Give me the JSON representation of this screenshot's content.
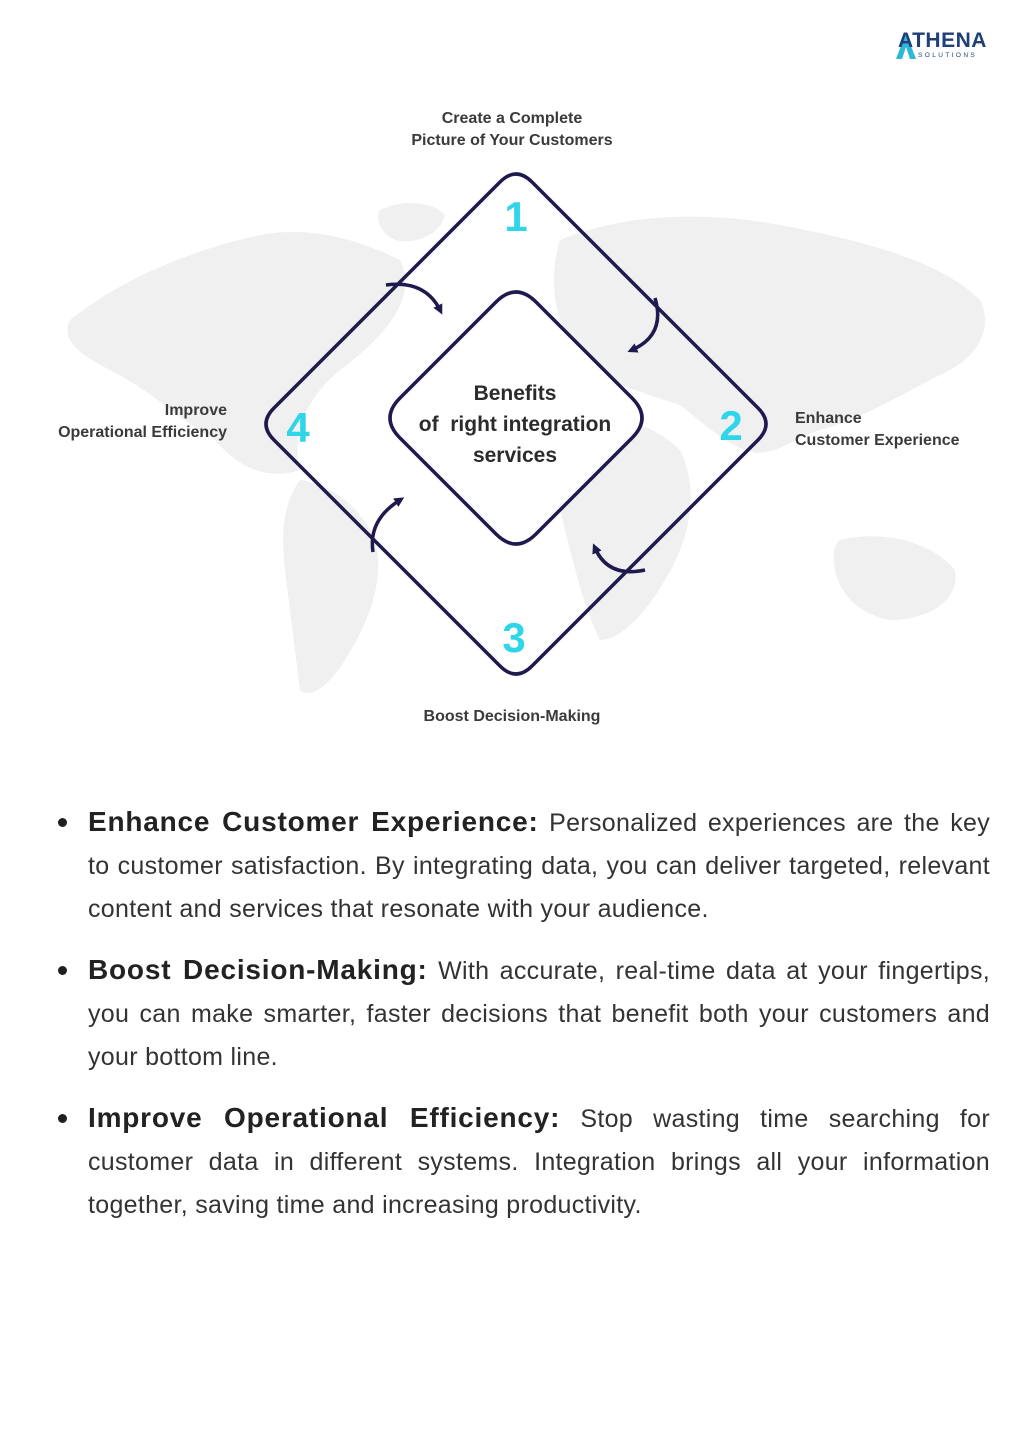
{
  "logo": {
    "name": "ATHENA",
    "tagline": "SOLUTIONS"
  },
  "diagram": {
    "center": {
      "line1": "Benefits",
      "line2": "of  right integration",
      "line3": "services"
    },
    "steps": [
      {
        "number": "1",
        "label_line1": "Create a Complete",
        "label_line2": "Picture of Your Customers"
      },
      {
        "number": "2",
        "label_line1": "Enhance",
        "label_line2": "Customer Experience"
      },
      {
        "number": "3",
        "label_line1": "Boost Decision-Making",
        "label_line2": ""
      },
      {
        "number": "4",
        "label_line1": "Improve",
        "label_line2": "Operational Efficiency"
      }
    ],
    "colors": {
      "outline": "#1e1a4d",
      "numbers": "#2fd6ea",
      "map": "#f0f0f0"
    }
  },
  "bullets": [
    {
      "title": "Enhance Customer Experience:",
      "text": " Personalized experiences are the key to customer satisfaction. By integrating data, you can deliver targeted, relevant content and services that resonate with your audience."
    },
    {
      "title": "Boost Decision-Making:",
      "text": " With accurate, real-time data at your fingertips, you can make smarter, faster decisions that benefit both your customers and your bottom line."
    },
    {
      "title": "Improve Operational Efficiency:",
      "text": " Stop wasting time searching for customer data in different systems. Integration brings all your information together, saving time and increasing productivity."
    }
  ]
}
